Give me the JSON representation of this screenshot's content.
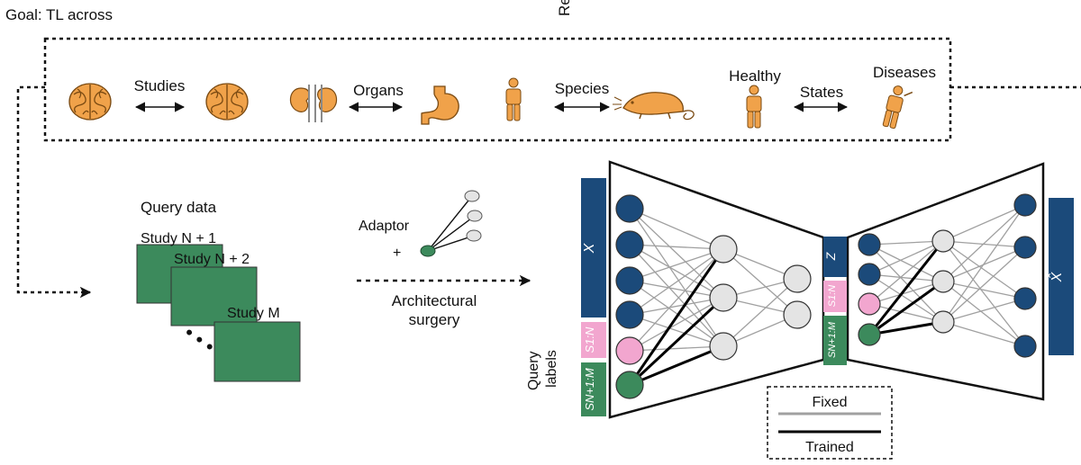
{
  "header": {
    "goal": "Goal: TL across",
    "cut_fragment": "Re"
  },
  "transfer_row": {
    "studies": "Studies",
    "organs": "Organs",
    "species": "Species",
    "healthy": "Healthy",
    "states": "States",
    "diseases": "Diseases"
  },
  "query": {
    "title": "Query data",
    "study_n1": "Study N + 1",
    "study_n2": "Study N + 2",
    "study_m": "Study M",
    "labels": "Query labels"
  },
  "surgery": {
    "adaptor": "Adaptor",
    "plus": "+",
    "line1": "Architectural",
    "line2": "surgery"
  },
  "network": {
    "input_label": "X",
    "output_label": "X̂",
    "latent_label": "Z",
    "s_ref": "S1:N",
    "s_query": "SN+1:M"
  },
  "legend": {
    "fixed": "Fixed",
    "trained": "Trained"
  },
  "colors": {
    "orange": "#f0a24a",
    "navy": "#1b4a7a",
    "green": "#3c8a5c",
    "pink": "#f2a6cf",
    "grey_node": "#e4e4e4",
    "fixed_line": "#a0a0a0",
    "trained_line": "#000000"
  },
  "icons": [
    "brain-icon",
    "brain-icon",
    "kidney-icon",
    "stomach-icon",
    "human-icon",
    "rat-icon",
    "human-icon",
    "sick-human-icon",
    "double-arrow-icon",
    "arrow-right-icon"
  ]
}
